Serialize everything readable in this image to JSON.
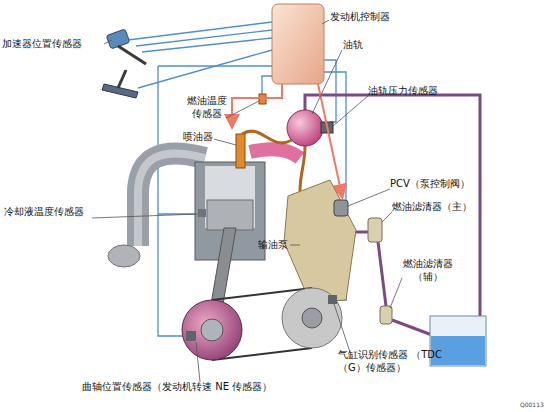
{
  "diagram": {
    "labels": [
      "加速器位置传感器",
      "发动机控制器",
      "油轨",
      "燃油温度 传感器",
      "油轨压力传感器",
      "喷油器",
      "PCV（泵控制阀）",
      "冷却液温度传感器",
      "燃油滤清器（主）",
      "输油泵",
      "燃油滤清器 （辅）",
      "气缸识别传感器 （TDC（G）传感器）",
      "曲轴位置传感器（发动机转速 NE 传感器）",
      "Q00113"
    ]
  }
}
